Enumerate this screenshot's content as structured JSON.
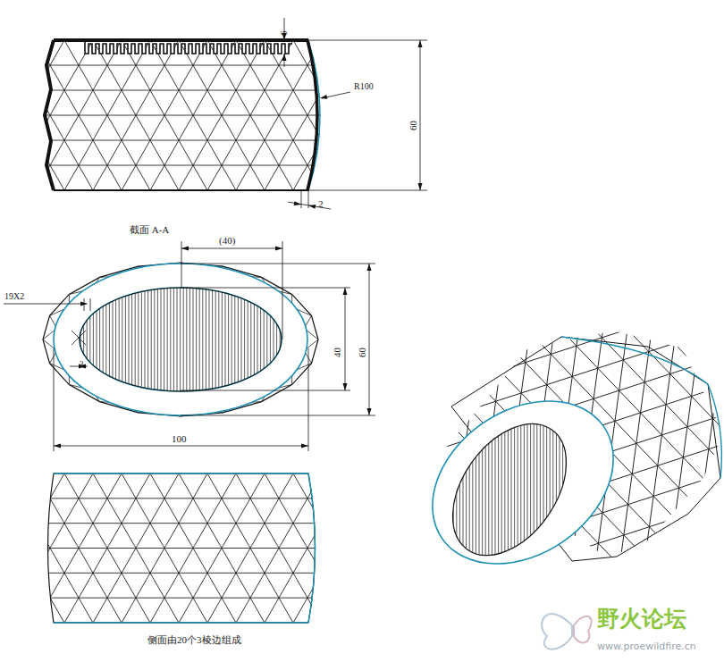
{
  "diagram": {
    "labels": [
      "6",
      "R100",
      "60",
      "2",
      "截面  A-A",
      "(40)",
      "19X2",
      "40",
      "60",
      "3",
      "100",
      "侧面由20个3棱边组成",
      "野火论坛",
      "www.proewildfire.cn"
    ]
  }
}
